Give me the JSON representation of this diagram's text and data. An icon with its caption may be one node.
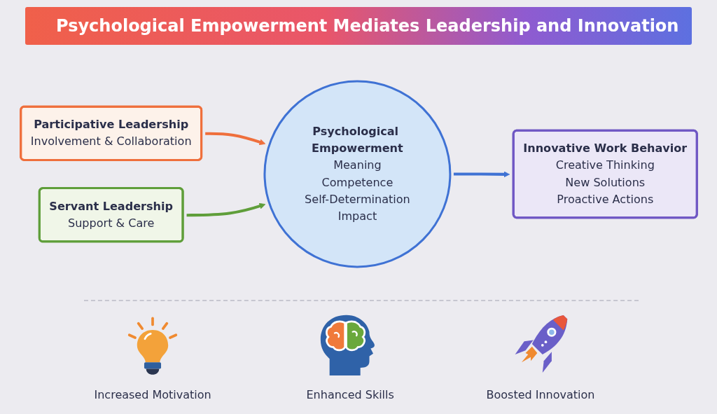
{
  "diagram": {
    "title": "Psychological Empowerment Mediates Leadership and Innovation",
    "nodes": [
      {
        "text": [
          "Participative Leadership",
          "Involvement & Collaboration"
        ]
      },
      {
        "text": [
          "Servant Leadership",
          "Support & Care"
        ]
      },
      {
        "text": [
          "Psychological Empowerment",
          "Meaning",
          "Competence",
          "Self-Determination",
          "Impact"
        ]
      },
      {
        "text": [
          "Innovative Work Behavior",
          "Creative Thinking",
          "New Solutions",
          "Proactive Actions"
        ]
      }
    ],
    "edges": [
      {
        "from": 0,
        "to": 2,
        "arrow": "to",
        "color": "#ef6f3c"
      },
      {
        "from": 1,
        "to": 2,
        "arrow": "to",
        "color": "#5f9e3a"
      },
      {
        "from": 2,
        "to": 3,
        "arrow": "to",
        "color": "#3f72d4"
      }
    ],
    "labels": [
      "Increased Motivation",
      "Enhanced Skills",
      "Boosted Innovation"
    ]
  }
}
